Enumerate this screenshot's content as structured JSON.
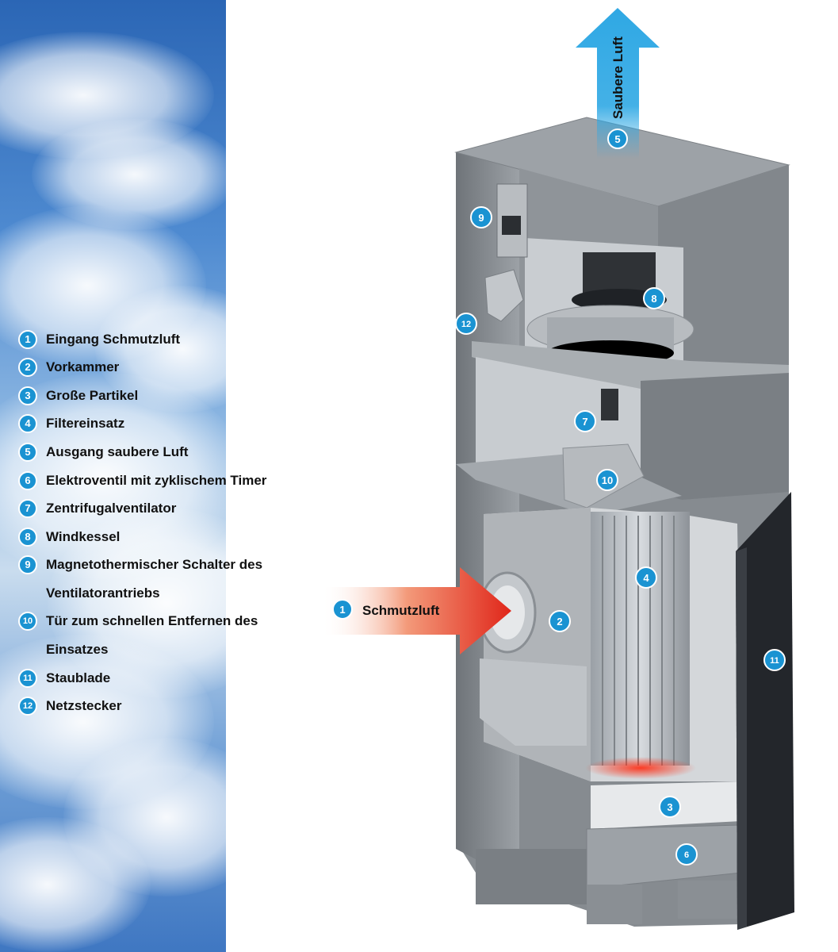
{
  "legend": [
    {
      "num": "1",
      "label": "Eingang Schmutzluft"
    },
    {
      "num": "2",
      "label": "Vorkammer"
    },
    {
      "num": "3",
      "label": "Große Partikel"
    },
    {
      "num": "4",
      "label": "Filtereinsatz"
    },
    {
      "num": "5",
      "label": "Ausgang saubere Luft"
    },
    {
      "num": "6",
      "label": "Elektroventil mit zyklischem Timer"
    },
    {
      "num": "7",
      "label": "Zentrifugalventilator"
    },
    {
      "num": "8",
      "label": "Windkessel"
    },
    {
      "num": "9",
      "label": "Magnetothermischer Schalter des",
      "label2": "Ventilatorantriebs"
    },
    {
      "num": "10",
      "label": "Tür zum schnellen Entfernen des",
      "label2": "Einsatzes"
    },
    {
      "num": "11",
      "label": "Staublade"
    },
    {
      "num": "12",
      "label": "Netzstecker"
    }
  ],
  "arrows": {
    "inlet": {
      "num": "1",
      "label": "Schmutzluft",
      "color": "#e8321e"
    },
    "outlet": {
      "num": "5",
      "label": "Saubere Luft",
      "color": "#2fa8e4"
    }
  },
  "markers": [
    "2",
    "3",
    "4",
    "6",
    "7",
    "8",
    "9",
    "10",
    "11",
    "12"
  ],
  "colors": {
    "marker": "#1a93d2",
    "housing": "#8e9297",
    "door": "#23262b"
  }
}
